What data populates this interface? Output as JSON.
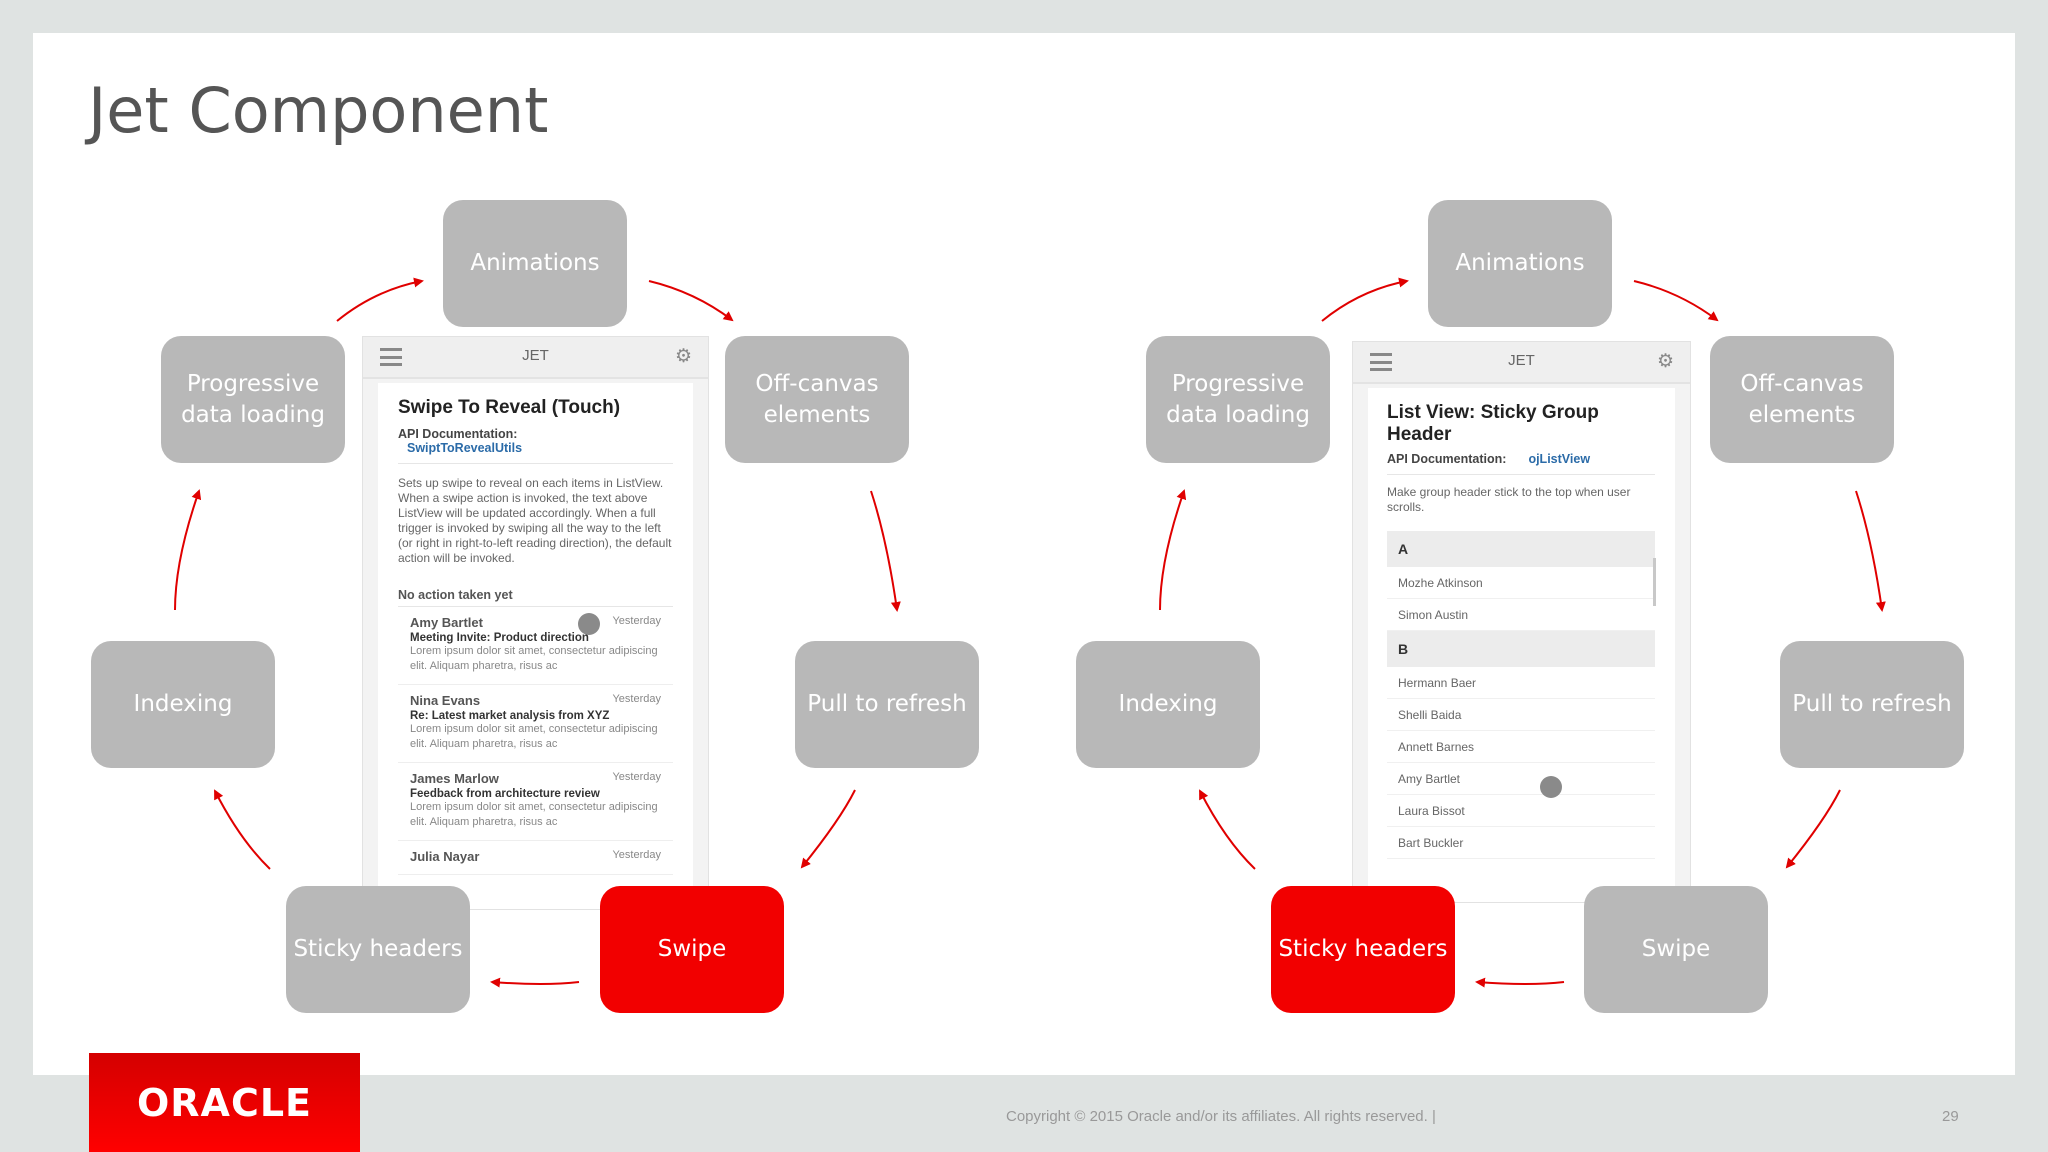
{
  "slide": {
    "title": "Jet Component",
    "colors": {
      "box": "#b8b8b8",
      "highlight": "#f20000",
      "arrow": "#e00000",
      "background": "#dfe3e2"
    }
  },
  "left_cycle": {
    "boxes": [
      "Animations",
      "Off-canvas elements",
      "Pull to refresh",
      "Swipe",
      "Sticky headers",
      "Indexing",
      "Progressive data loading"
    ],
    "highlighted": "Swipe"
  },
  "right_cycle": {
    "boxes": [
      "Animations",
      "Off-canvas elements",
      "Pull to refresh",
      "Swipe",
      "Sticky headers",
      "Indexing",
      "Progressive data loading"
    ],
    "highlighted": "Sticky headers"
  },
  "left_phone": {
    "app_title": "JET",
    "menu_icon": "hamburger-icon",
    "settings_icon": "gear-icon",
    "heading": "Swipe To Reveal (Touch)",
    "api_label": "API Documentation:",
    "api_link": "SwiptToRevealUtils",
    "description": "Sets up swipe to reveal on each items in ListView. When a swipe action is invoked, the text above ListView will be updated accordingly. When a full trigger is invoked by swiping all the way to the left (or right in right-to-left reading direction), the default action will be invoked.",
    "status": "No action taken yet",
    "messages": [
      {
        "name": "Amy Bartlet",
        "date": "Yesterday",
        "subject": "Meeting Invite: Product direction",
        "preview": "Lorem ipsum dolor sit amet, consectetur adipiscing elit. Aliquam pharetra, risus ac"
      },
      {
        "name": "Nina Evans",
        "date": "Yesterday",
        "subject": "Re: Latest market analysis from XYZ",
        "preview": "Lorem ipsum dolor sit amet, consectetur adipiscing elit. Aliquam pharetra, risus ac"
      },
      {
        "name": "James Marlow",
        "date": "Yesterday",
        "subject": "Feedback from architecture review",
        "preview": "Lorem ipsum dolor sit amet, consectetur adipiscing elit. Aliquam pharetra, risus ac"
      },
      {
        "name": "Julia Nayar",
        "date": "Yesterday"
      }
    ]
  },
  "right_phone": {
    "app_title": "JET",
    "heading": "List View: Sticky Group Header",
    "api_label": "API Documentation:",
    "api_link": "ojListView",
    "description": "Make group header stick to the top when user scrolls.",
    "groups": [
      {
        "label": "A",
        "items": [
          "Mozhe Atkinson",
          "Simon Austin"
        ]
      },
      {
        "label": "B",
        "items": [
          "Hermann Baer",
          "Shelli Baida",
          "Annett Barnes",
          "Amy Bartlet",
          "Laura Bissot",
          "Bart Buckler"
        ]
      }
    ]
  },
  "footer": {
    "logo": "ORACLE",
    "copyright": "Copyright © 2015 Oracle and/or its affiliates. All rights reserved.  |",
    "page_number": "29"
  }
}
